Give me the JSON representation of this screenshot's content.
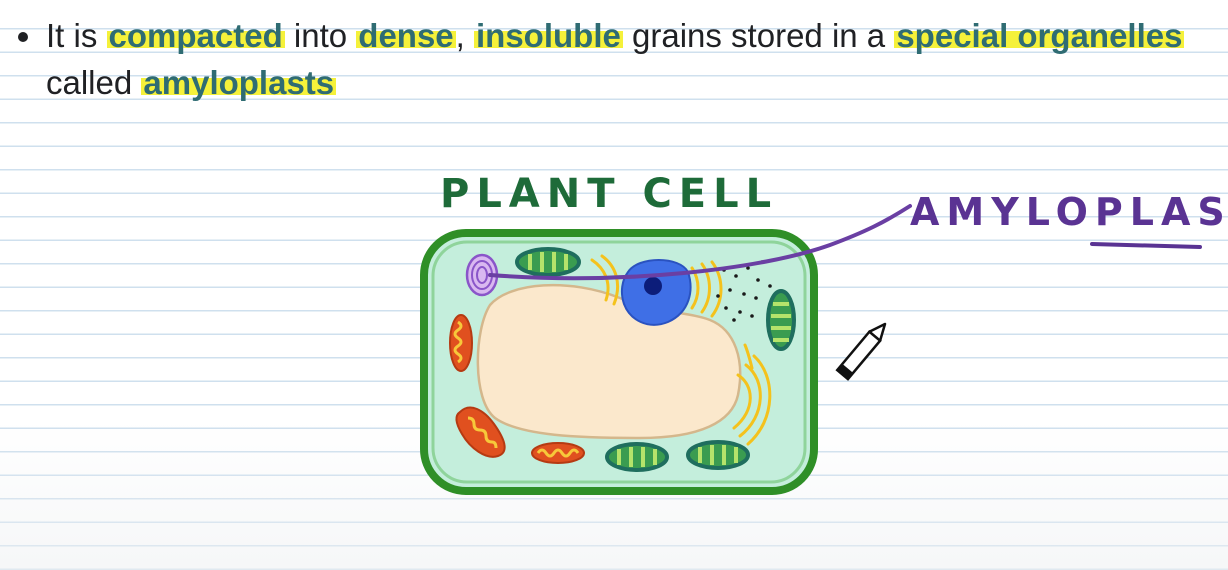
{
  "text": {
    "seg1": "It is ",
    "kw1": "compacted",
    "seg2": " into ",
    "kw2": "dense",
    "seg3": ", ",
    "kw3": "insoluble",
    "seg4": " grains stored in a ",
    "kw4": "special organelles",
    "seg5": " called ",
    "kw5": "amyloplasts"
  },
  "diagram": {
    "title": "PLANT CELL",
    "pointer_label": "AMYLOPLAST"
  },
  "colors": {
    "keyword_text": "#2f6c73",
    "highlight": "#f5f13a",
    "cell_wall": "#2f8f27",
    "cytoplasm": "#c4eedc",
    "vacuole": "#fbe8cc",
    "nucleus": "#3f6fe6",
    "annotation_green": "#1e6b39",
    "annotation_purple": "#5a3393"
  }
}
